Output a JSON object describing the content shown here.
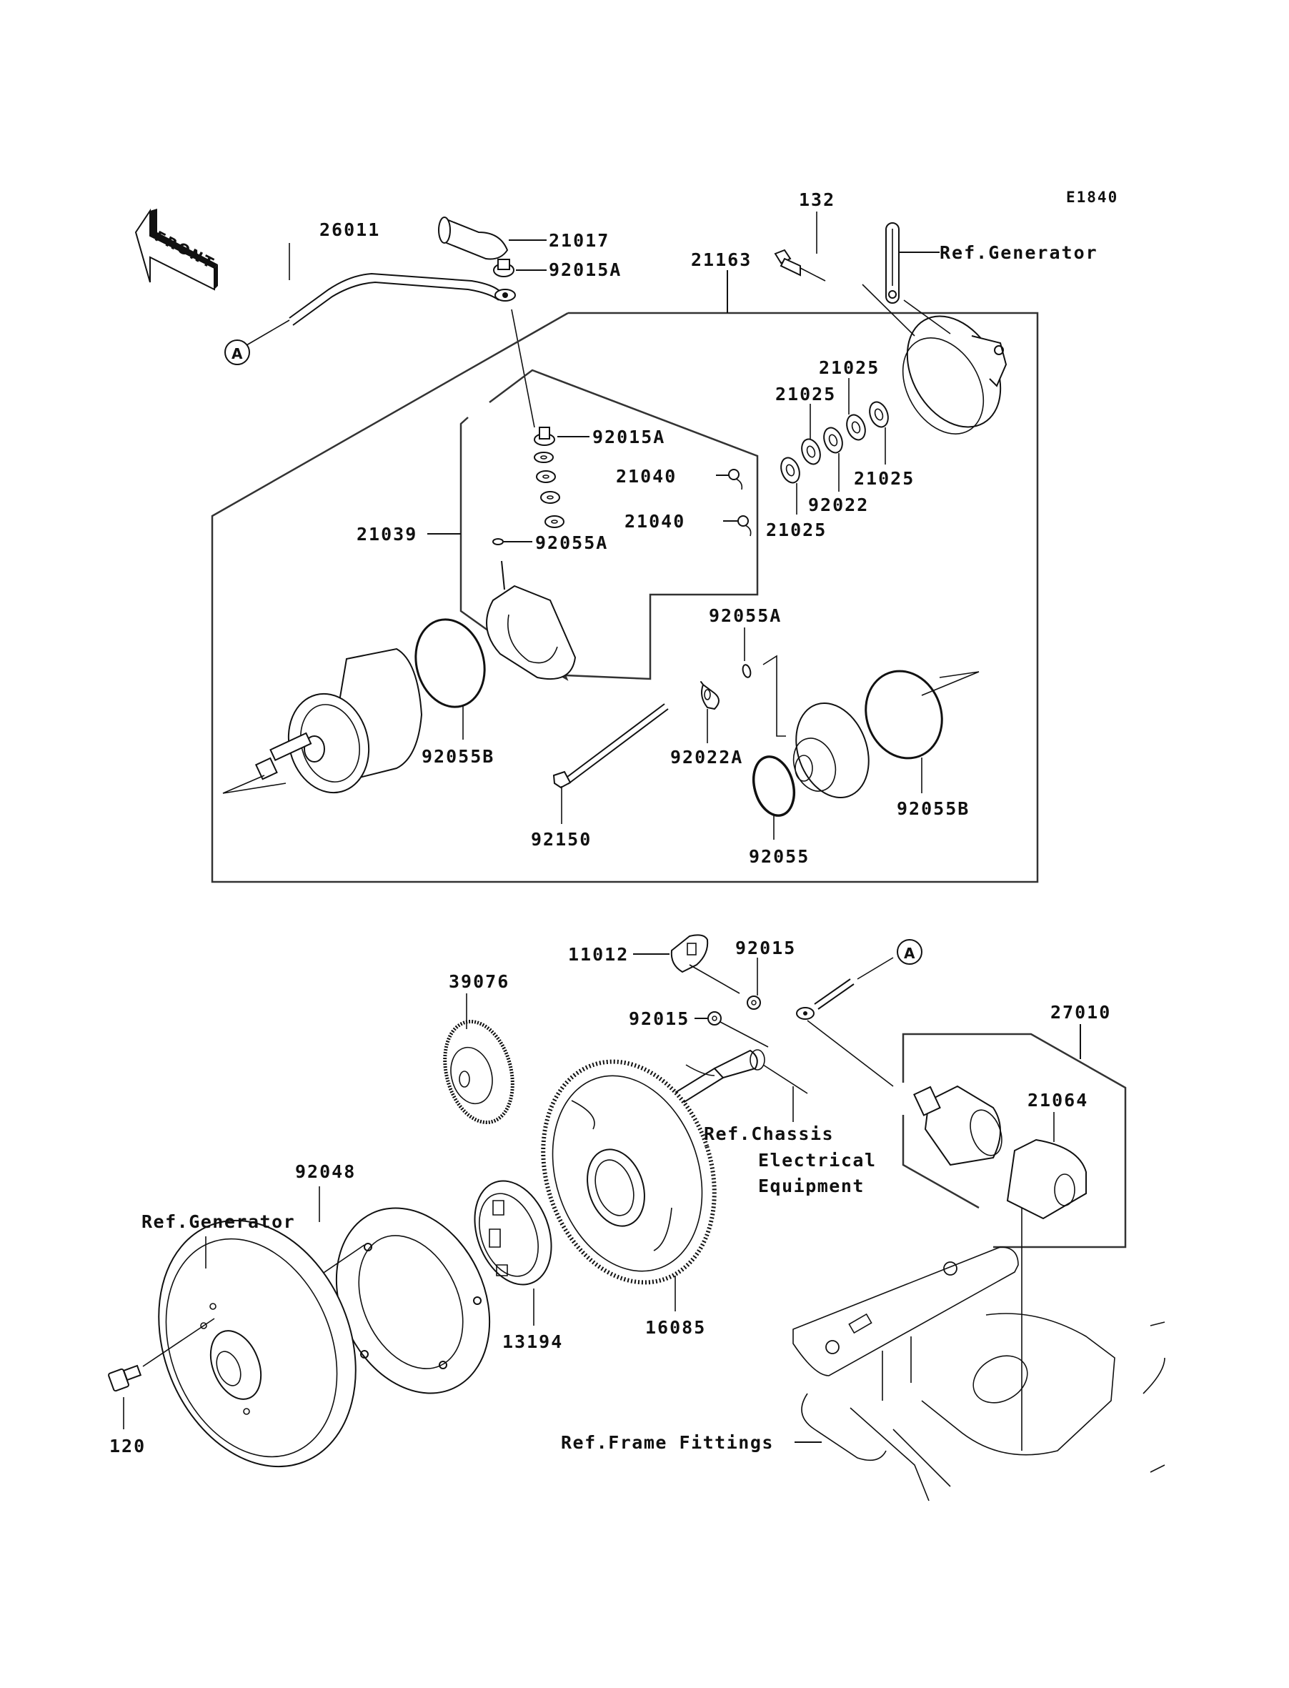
{
  "diagram": {
    "code": "E1840",
    "front_label": "FRONT",
    "connector_marker": "A",
    "callouts": {
      "c26011": "26011",
      "c21017": "21017",
      "c92015A_top": "92015A",
      "c21163": "21163",
      "c132": "132",
      "ref_generator_top": "Ref.Generator",
      "c21025_a": "21025",
      "c21025_b": "21025",
      "c21025_c": "21025",
      "c21025_d": "21025",
      "c92022": "92022",
      "c92015A_mid": "92015A",
      "c21040_a": "21040",
      "c21040_b": "21040",
      "c21039": "21039",
      "c92055A_a": "92055A",
      "c92055A_b": "92055A",
      "c92055B_a": "92055B",
      "c92055B_b": "92055B",
      "c92022A": "92022A",
      "c92150": "92150",
      "c92055": "92055",
      "c11012": "11012",
      "c92015_a": "92015",
      "c92015_b": "92015",
      "c39076": "39076",
      "c27010": "27010",
      "c21064": "21064",
      "ref_chassis_1": "Ref.Chassis",
      "ref_chassis_2": "Electrical",
      "ref_chassis_3": "Equipment",
      "c92048": "92048",
      "ref_generator_bottom": "Ref.Generator",
      "c13194": "13194",
      "c16085": "16085",
      "c120": "120",
      "ref_frame": "Ref.Frame Fittings"
    }
  }
}
